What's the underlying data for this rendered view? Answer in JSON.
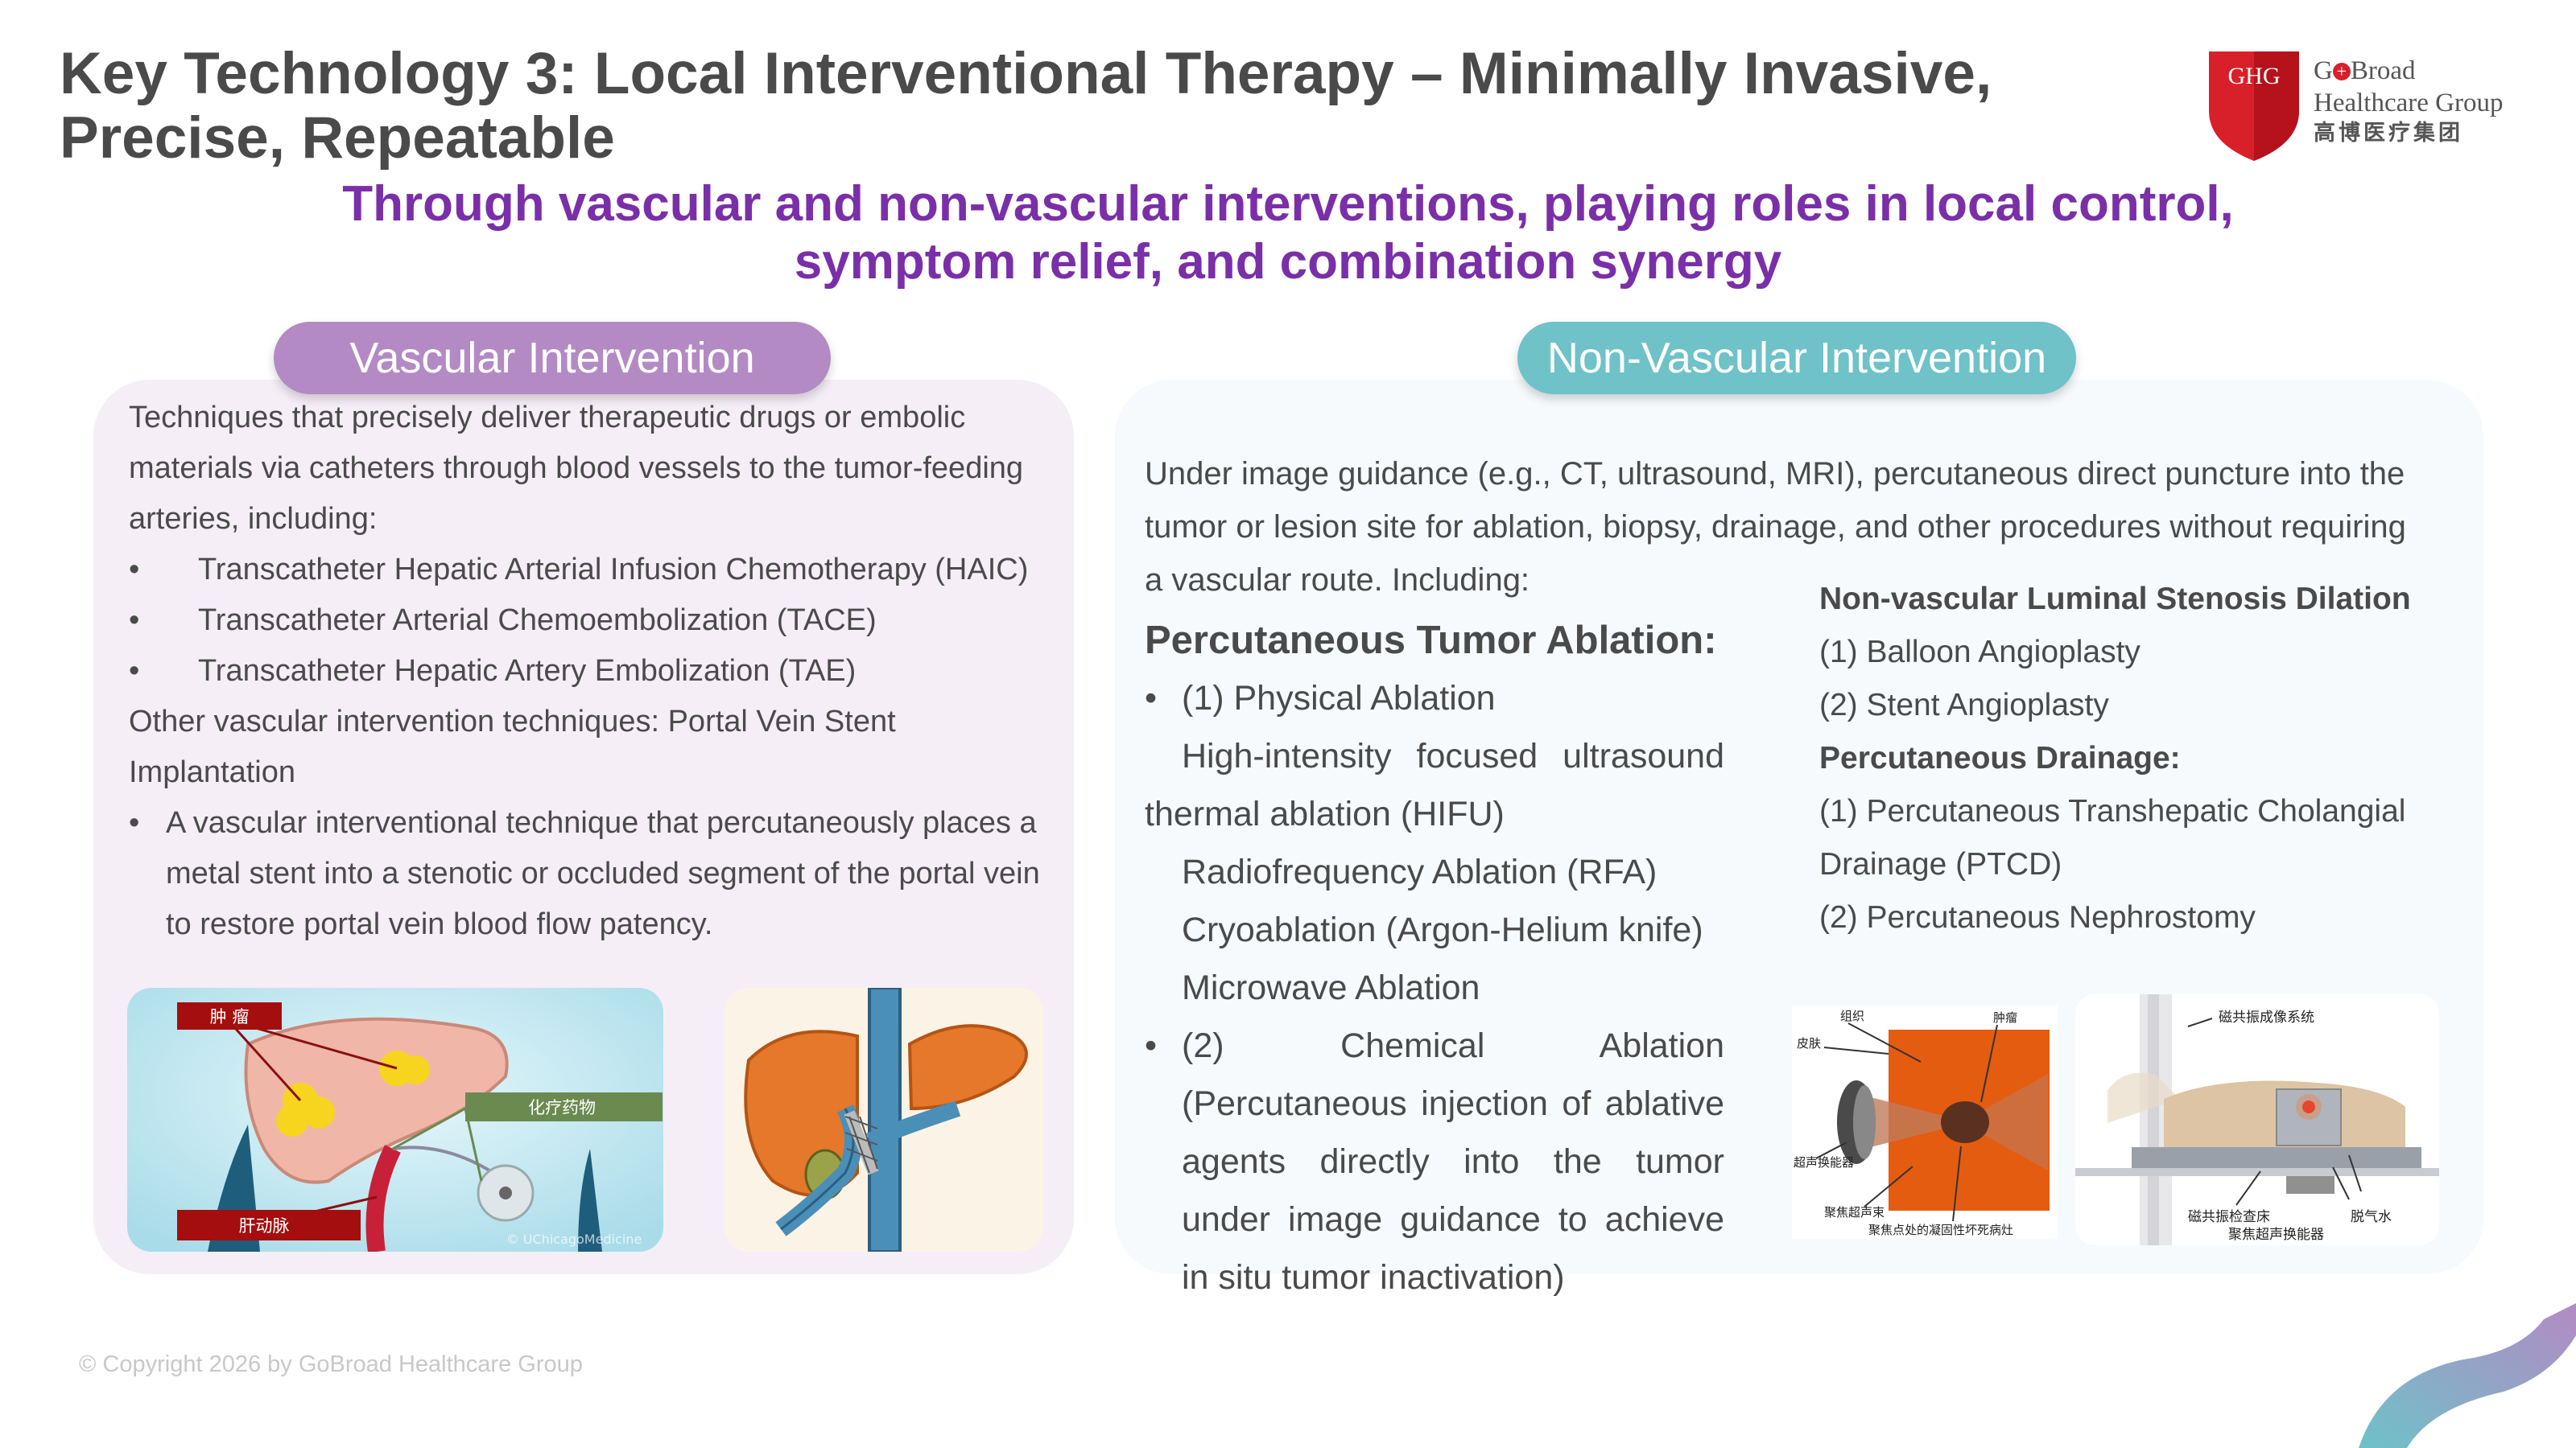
{
  "header": {
    "title_line1": "Key Technology 3: Local Interventional Therapy – Minimally Invasive,",
    "title_line2": "Precise, Repeatable",
    "subtitle_line1": "Through vascular and non-vascular interventions, playing roles in local control,",
    "subtitle_line2": "symptom relief, and combination synergy"
  },
  "logo": {
    "badge": "GHG",
    "name_line1_pre": "G",
    "name_line1_post": "Broad",
    "name_line2": "Healthcare Group",
    "name_line3": "高博医疗集团"
  },
  "vascular": {
    "pill": "Vascular Intervention",
    "intro": "Techniques that precisely deliver therapeutic drugs or embolic materials via catheters through blood vessels to the tumor-feeding arteries, including:",
    "items": [
      "Transcatheter Hepatic Arterial Infusion Chemotherapy (HAIC)",
      "Transcatheter Arterial Chemoembolization (TACE)",
      "Transcatheter Hepatic Artery Embolization (TAE)"
    ],
    "other": "Other vascular intervention techniques: Portal Vein Stent Implantation",
    "portal": "A vascular interventional technique that percutaneously places a metal stent into a stenotic or occluded segment of the portal vein to restore portal vein blood flow patency.",
    "img1_labels": {
      "tumor": "肿 瘤",
      "chemo": "化疗药物",
      "artery": "肝动脉",
      "watermark": "© UChicagoMedicine"
    }
  },
  "nonvascular": {
    "pill": "Non-Vascular Intervention",
    "intro": "Under image guidance (e.g., CT, ultrasound, MRI), percutaneous direct puncture into the tumor or lesion site for ablation, biopsy, drainage, and other procedures without requiring a vascular route. Including:",
    "ablation_title": "Percutaneous Tumor Ablation:",
    "physical": "(1) Physical Ablation",
    "hifu_a": "High-intensity focused ultrasound",
    "hifu_b": "thermal ablation (HIFU)",
    "rfa": "Radiofrequency Ablation (RFA)",
    "cryo": "Cryoablation (Argon-Helium knife)",
    "mwa": "Microwave Ablation",
    "chem_l1": "(2) Chemical Ablation",
    "chem_l2": "(Percutaneous injection of ablative",
    "chem_l3": "agents directly into the tumor",
    "chem_l4": "under image guidance to achieve",
    "chem_l5": "in situ tumor inactivation)",
    "luminal_title": "Non-vascular Luminal Stenosis Dilation",
    "balloon": "(1) Balloon Angioplasty",
    "stent": "(2) Stent Angioplasty",
    "drainage_title": "Percutaneous Drainage:",
    "ptcd_a": "(1) Percutaneous Transhepatic Cholangial",
    "ptcd_b": "Drainage (PTCD)",
    "nephro": "(2) Percutaneous Nephrostomy",
    "img3_labels": {
      "tissue": "组织",
      "tumor": "肿瘤",
      "skin": "皮肤",
      "transducer": "超声换能器",
      "beam": "聚焦超声束",
      "focus": "聚焦点处的凝固性坏死病灶"
    },
    "img4_labels": {
      "mri": "磁共振成像系统",
      "bed": "磁共振检查床",
      "water": "脱气水",
      "transducer": "聚焦超声换能器"
    }
  },
  "footer": {
    "copyright": "© Copyright 2026 by GoBroad Healthcare Group"
  },
  "colors": {
    "title": "#4a4a4a",
    "subtitle": "#7a2fa8",
    "vascular_pill": "#b38ac4",
    "nonvascular_pill": "#6ec2c8",
    "logo_red": "#d8202a"
  }
}
